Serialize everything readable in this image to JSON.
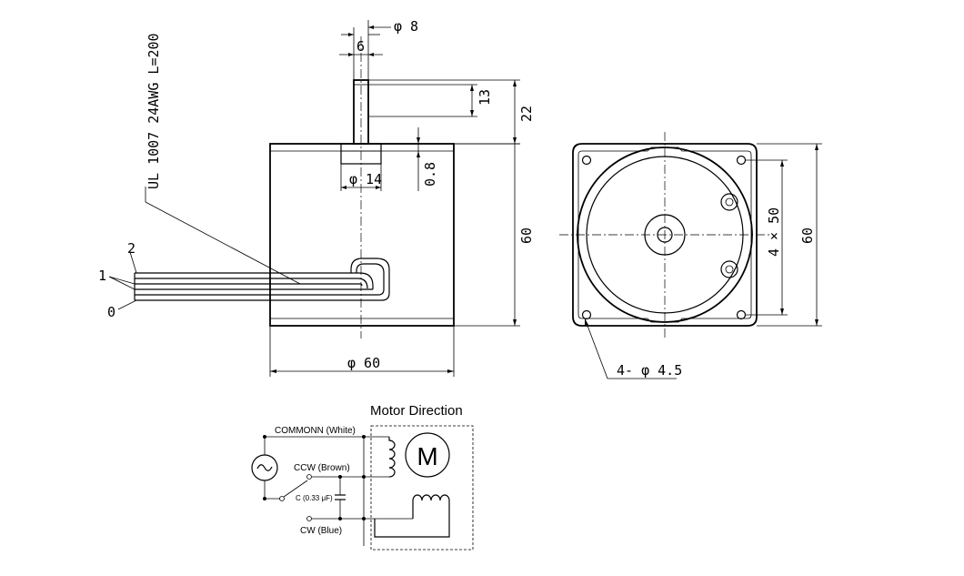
{
  "side_view": {
    "cable_spec": "UL 1007 24AWG L=200",
    "dim_shaft_outer": "φ 8",
    "dim_shaft_flat": "6",
    "dim_shaft_length_13": "13",
    "dim_shaft_length_22": "22",
    "dim_boss": "φ 14",
    "dim_boss_height": "0.8",
    "dim_height": "60",
    "dim_body_diameter": "φ 60",
    "wire_labels": [
      "2",
      "1",
      "0"
    ]
  },
  "front_view": {
    "dim_hole_pitch": "4 × 50",
    "dim_square": "60",
    "dim_mount_holes": "4- φ 4.5"
  },
  "wiring": {
    "title": "Motor Direction",
    "common_label": "COMMONN (White)",
    "ccw_label": "CCW (Brown)",
    "capacitor_label": "C (0.33 μF)",
    "cw_label": "CW (Blue)",
    "motor_symbol": "M"
  }
}
